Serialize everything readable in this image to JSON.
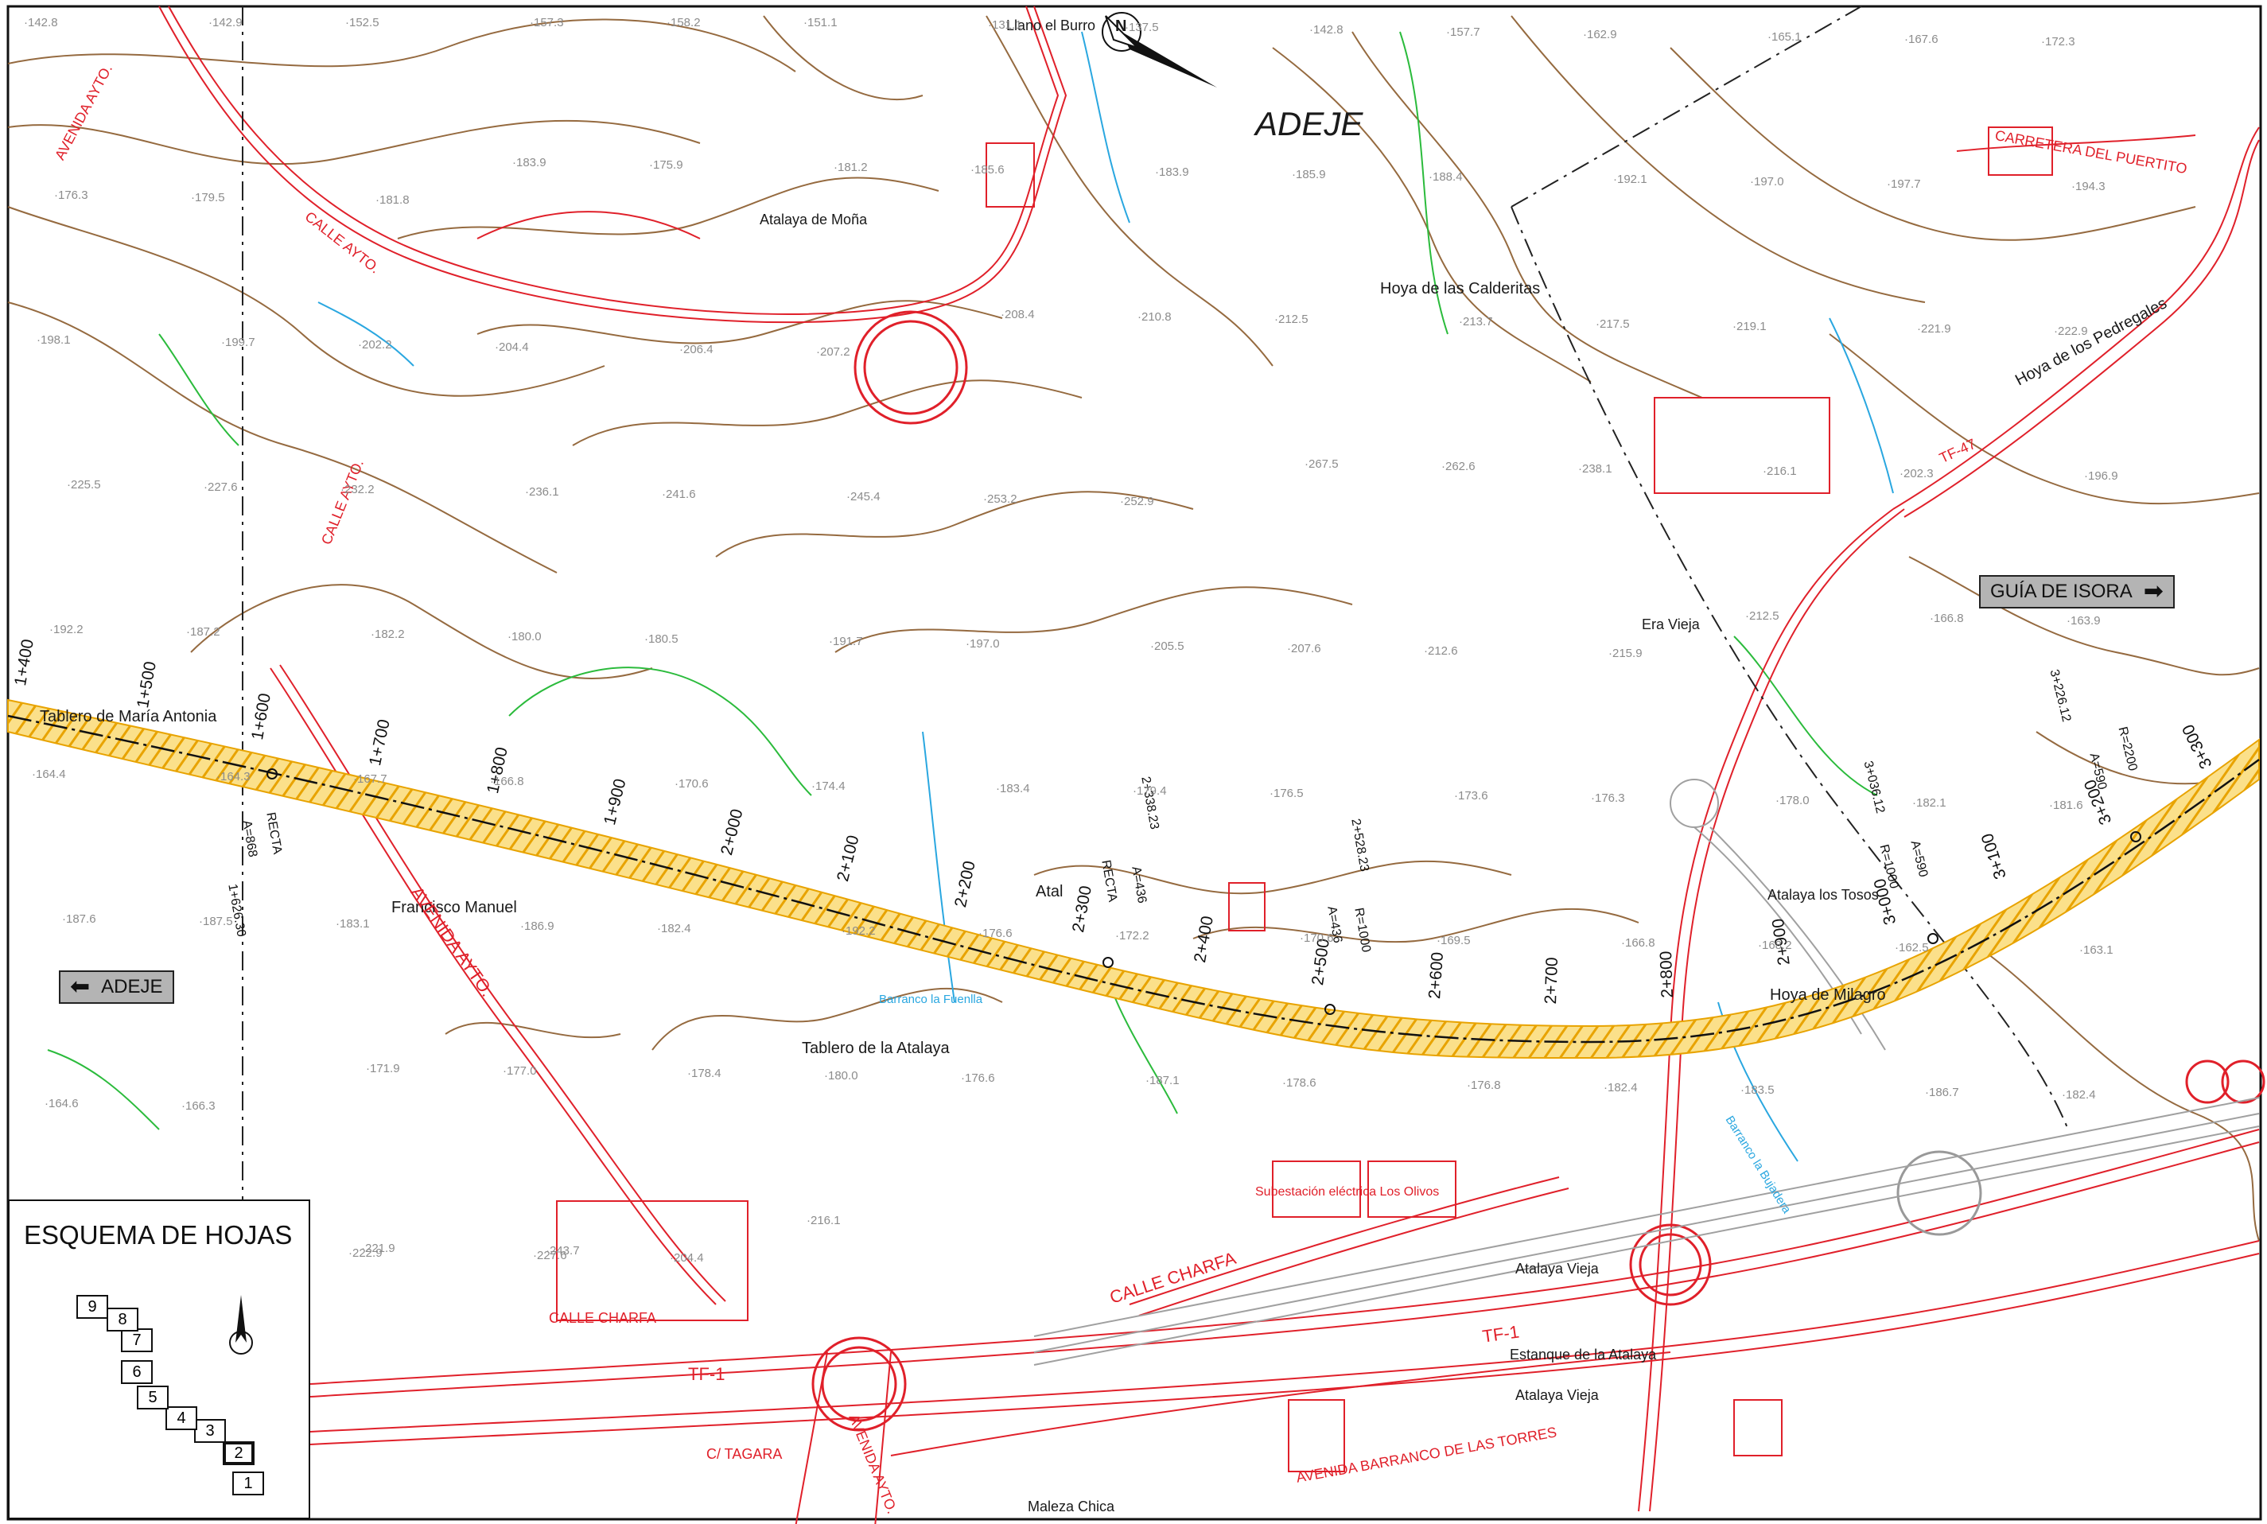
{
  "map": {
    "town": "ADEJE",
    "north_label": "N",
    "places": [
      {
        "name": "Llano el Burro"
      },
      {
        "name": "Atalaya de Moña"
      },
      {
        "name": "Hoya de las Calderitas"
      },
      {
        "name": "Hoya de los Pedregales"
      },
      {
        "name": "Tablero de María Antonia"
      },
      {
        "name": "Francisco Manuel"
      },
      {
        "name": "Tablero de la Atalaya"
      },
      {
        "name": "Era Vieja"
      },
      {
        "name": "Atalaya los Tosos"
      },
      {
        "name": "Hoya de Milagro"
      },
      {
        "name": "Atalaya Vieja"
      },
      {
        "name": "Estanque de la Atalaya"
      },
      {
        "name": "Atalaya Vieja"
      },
      {
        "name": "Maleza Chica"
      },
      {
        "name": "Atal"
      }
    ],
    "water_labels": [
      "Barranco la Fuenlla",
      "Barranco la Bujadera"
    ],
    "red_labels": [
      "CARRETERA DEL PUERTITO",
      "TF-47",
      "AVENIDA AYTO.",
      "CALLE AYTO.",
      "CALLE AYTO.",
      "AVENIDA AYTO.",
      "CALLE CHARFA",
      "CALLE CHARFA",
      "TF-1",
      "TF-1",
      "C/ TAGARA",
      "AVENIDA AYTO.",
      "AVENIDA BARRANCO DE LAS TORRES",
      "Subestación eléctrica Los Olivos"
    ],
    "chainages": [
      "1+400",
      "1+500",
      "1+600",
      "1+700",
      "1+800",
      "1+900",
      "2+000",
      "2+100",
      "2+200",
      "2+300",
      "2+400",
      "2+500",
      "2+600",
      "2+700",
      "2+800",
      "2+900",
      "3+000",
      "3+100",
      "3+200",
      "3+300"
    ],
    "curve_labels": [
      "A=868",
      "RECTA",
      "1+626.30",
      "2+338.23",
      "RECTA",
      "A=436",
      "2+528.23",
      "A=436",
      "R=1000",
      "3+036.12",
      "R=1000",
      "A=590",
      "3+226.12",
      "R=2200",
      "A=590"
    ],
    "spot_heights": [
      "142.8",
      "142.9",
      "152.5",
      "157.3",
      "158.2",
      "151.1",
      "131.1",
      "137.5",
      "142.8",
      "157.7",
      "162.9",
      "165.1",
      "167.6",
      "172.3",
      "176.3",
      "179.5",
      "181.8",
      "183.9",
      "175.9",
      "181.2",
      "185.6",
      "183.9",
      "185.9",
      "188.4",
      "192.1",
      "197.0",
      "197.7",
      "194.3",
      "198.1",
      "199.7",
      "202.2",
      "204.4",
      "206.4",
      "207.2",
      "208.4",
      "210.8",
      "212.5",
      "213.7",
      "217.5",
      "219.1",
      "221.9",
      "222.9",
      "225.5",
      "227.6",
      "232.2",
      "236.1",
      "241.6",
      "245.4",
      "253.2",
      "252.9",
      "267.5",
      "262.6",
      "238.1",
      "216.1",
      "202.3",
      "196.9",
      "192.2",
      "187.2",
      "182.2",
      "180.0",
      "180.5",
      "191.7",
      "197.0",
      "205.5",
      "207.6",
      "212.6",
      "215.9",
      "212.5",
      "166.8",
      "163.9",
      "164.4",
      "164.3",
      "167.7",
      "166.8",
      "170.6",
      "174.4",
      "183.4",
      "179.4",
      "176.5",
      "173.6",
      "176.3",
      "178.0",
      "182.1",
      "181.6",
      "187.6",
      "187.5",
      "183.1",
      "186.9",
      "182.4",
      "192.2",
      "176.6",
      "172.2",
      "170.6",
      "169.5",
      "166.8",
      "168.2",
      "162.5",
      "163.1",
      "164.6",
      "166.3",
      "171.9",
      "177.0",
      "178.4",
      "180.0",
      "176.6",
      "187.1",
      "178.6",
      "176.8",
      "182.4",
      "183.5",
      "186.7",
      "182.4",
      "221.9",
      "243.7",
      "222.9",
      "227.6",
      "204.4",
      "216.1"
    ],
    "direction_signs": {
      "right": "GUÍA DE ISORA",
      "left": "ADEJE"
    }
  },
  "key": {
    "title": "ESQUEMA DE HOJAS",
    "sheets": [
      "1",
      "2",
      "3",
      "4",
      "5",
      "6",
      "7",
      "8",
      "9"
    ],
    "active_sheet": "2"
  },
  "colors": {
    "road": "#e0202a",
    "contour": "#8a5a2b",
    "corridor": "#f5c242",
    "water": "#2aa7e0",
    "vegetation": "#2bbb3c"
  }
}
